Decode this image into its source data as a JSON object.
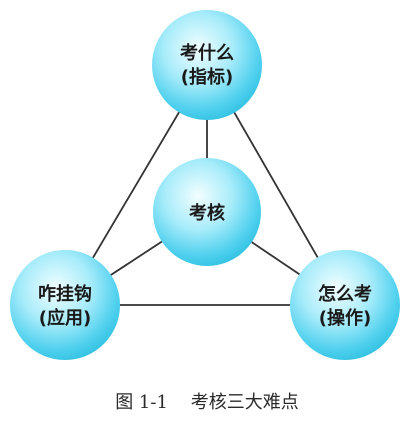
{
  "diagram": {
    "nodes": {
      "top": {
        "line1": "考什么",
        "line2": "(指标)"
      },
      "center": {
        "label": "考核"
      },
      "left": {
        "line1": "咋挂钩",
        "line2": "(应用)"
      },
      "right": {
        "line1": "怎么考",
        "line2": "(操作)"
      }
    },
    "caption": "图 1-1    考核三大难点"
  },
  "colors": {
    "node_highlight": "#f2feff",
    "node_mid": "#8ee6f7",
    "node_edge": "#2ebfe0",
    "connector": "#333333"
  }
}
